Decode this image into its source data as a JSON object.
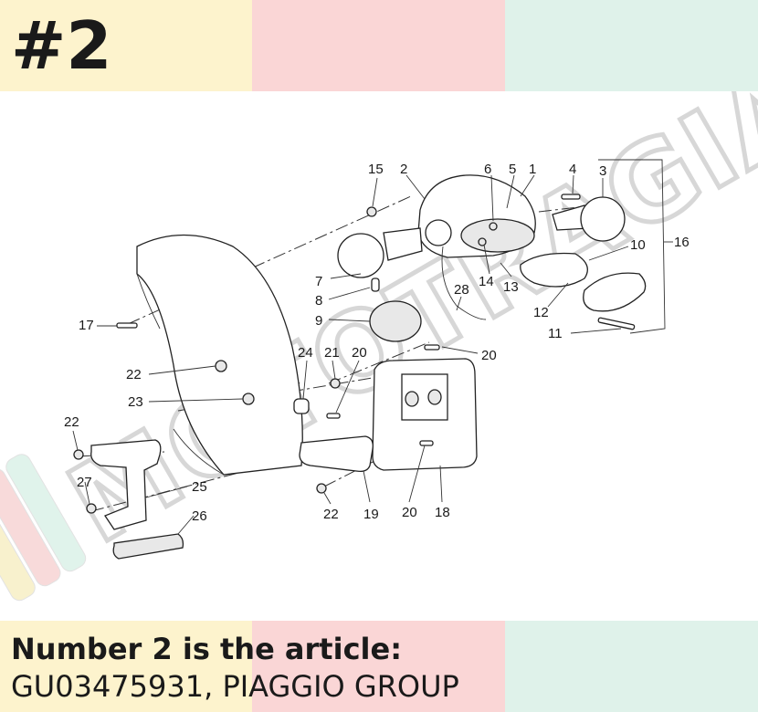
{
  "badge": "#2",
  "colors": {
    "band_yellow": "#fdf3cd",
    "band_pink": "#fad6d6",
    "band_green": "#dff2ea",
    "text": "#1a1a1a"
  },
  "watermark": {
    "text": "MOTOTRAGIA"
  },
  "diagram": {
    "callouts": [
      "15",
      "2",
      "6",
      "5",
      "1",
      "4",
      "3",
      "16",
      "10",
      "7",
      "14",
      "13",
      "8",
      "28",
      "9",
      "12",
      "11",
      "17",
      "24",
      "21",
      "20",
      "20",
      "22",
      "23",
      "22",
      "27",
      "25",
      "26",
      "22",
      "19",
      "20",
      "18"
    ]
  },
  "caption": {
    "line1": "Number 2 is the article:",
    "line2": "GU03475931, PIAGGIO GROUP"
  }
}
